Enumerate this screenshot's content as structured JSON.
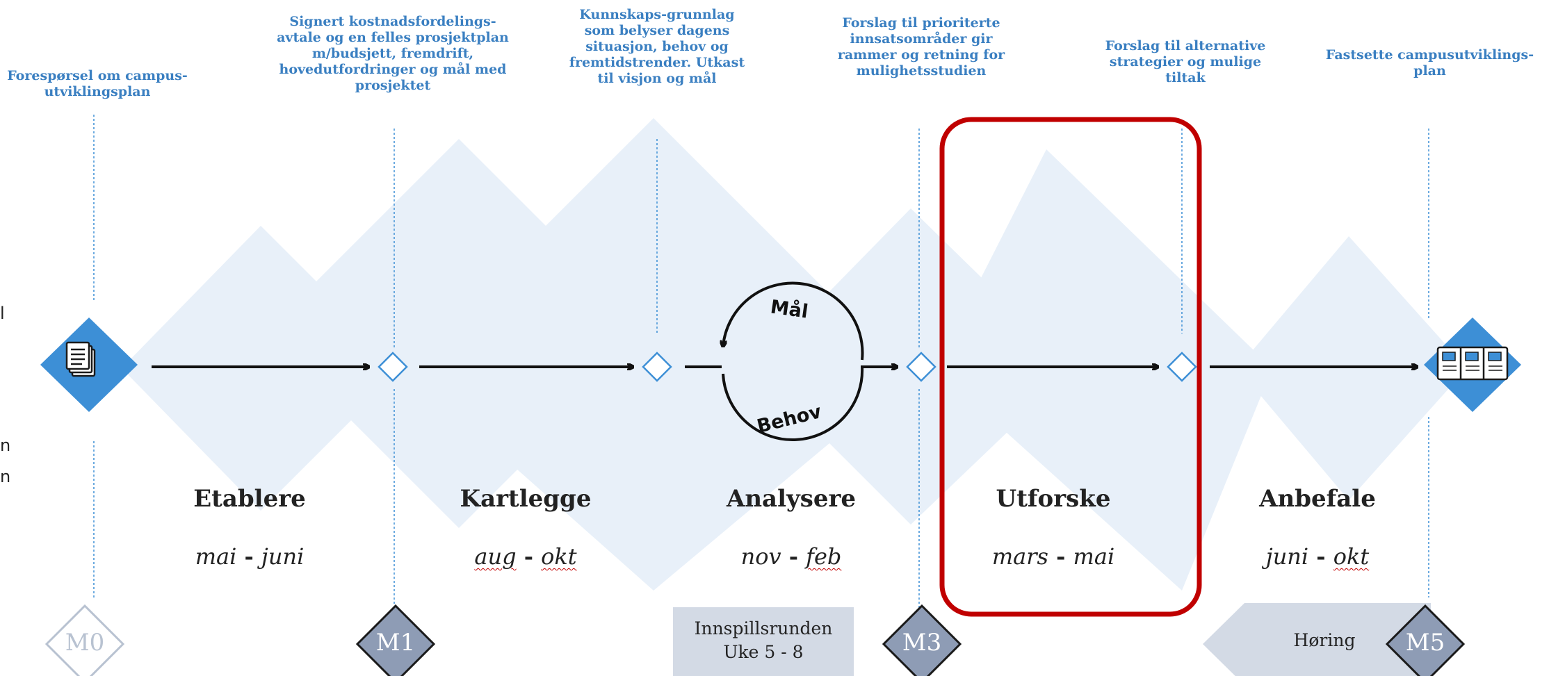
{
  "milestones": [
    {
      "id": "m0",
      "text": "Forespørsel om campus-\nutviklingsplan"
    },
    {
      "id": "m1",
      "text": "Signert kostnadsfordelings-\navtale og en felles prosjektplan\nm/budsjett, fremdrift,\nhovedutfordringer og mål med\nprosjektet"
    },
    {
      "id": "m2",
      "text": "Kunnskaps-grunnlag\nsom belyser dagens\nsituasjon, behov og\nfremtidstrender. Utkast\ntil visjon og mål"
    },
    {
      "id": "m3",
      "text": "Forslag til prioriterte\ninnsatsområder gir\nrammer og retning for\nmulighetsstudien"
    },
    {
      "id": "m4",
      "text": "Forslag til alternative\nstrategier og mulige\ntiltak"
    },
    {
      "id": "m5",
      "text": "Fastsette campusutviklings-\nplan"
    }
  ],
  "phases": [
    {
      "id": "etablere",
      "name": "Etablere",
      "from": "mai",
      "sep": " - ",
      "to": "juni"
    },
    {
      "id": "kartlegge",
      "name": "Kartlegge",
      "from": "aug",
      "sep": " - ",
      "to": "okt"
    },
    {
      "id": "analysere",
      "name": "Analysere",
      "from": "nov",
      "sep": " - ",
      "to": "feb"
    },
    {
      "id": "utforske",
      "name": "Utforske",
      "from": "mars",
      "sep": " - ",
      "to": "mai"
    },
    {
      "id": "anbefale",
      "name": "Anbefale",
      "from": "juni",
      "sep": " - ",
      "to": "okt"
    }
  ],
  "cycle": {
    "top": "Mål",
    "bottom": "Behov"
  },
  "gates": {
    "m0": "M0",
    "m1": "M1",
    "m3": "M3",
    "m5": "M5"
  },
  "input_round": {
    "line1": "Innspillsrunden",
    "line2": "Uke 5 - 8"
  },
  "hearing": {
    "label": "Høring"
  },
  "edge_glyphs": [
    "l",
    "n",
    "n"
  ],
  "colors": {
    "milestone_text": "#3a7fc1",
    "background_diamond": "#e8f0f9",
    "accent_blue": "#3d8fd6",
    "gate_dark": "#8e9cb5",
    "highlight": "#c00000",
    "box_grey": "#d3dae5"
  }
}
